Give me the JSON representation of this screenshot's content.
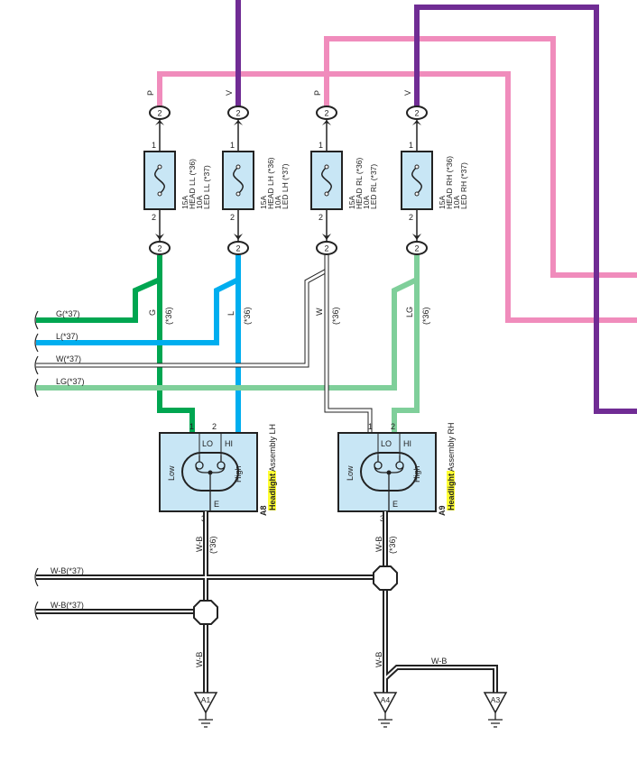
{
  "colors": {
    "pink": "#f08cbc",
    "violet": "#702c94",
    "green": "#00a651",
    "blue": "#00aeef",
    "lightgreen": "#7fcf9a",
    "box": "#c8e6f5",
    "highlight": "#ffff33"
  },
  "wires_top": [
    "P",
    "V",
    "P",
    "V"
  ],
  "connector_pin": "2",
  "fuses": [
    {
      "pin_top": "1",
      "pin_bottom": "2",
      "line1": "15A",
      "line2": "HEAD LL (*36)",
      "line3": "10A",
      "line4": "LED LL (*37)"
    },
    {
      "pin_top": "1",
      "pin_bottom": "2",
      "line1": "15A",
      "line2": "HEAD LH (*36)",
      "line3": "10A",
      "line4": "LED LH (*37)"
    },
    {
      "pin_top": "1",
      "pin_bottom": "2",
      "line1": "15A",
      "line2": "HEAD RL (*36)",
      "line3": "10A",
      "line4": "LED RL (*37)"
    },
    {
      "pin_top": "1",
      "pin_bottom": "2",
      "line1": "15A",
      "line2": "HEAD RH (*36)",
      "line3": "10A",
      "line4": "LED RH (*37)"
    }
  ],
  "wires_mid": [
    {
      "color": "G",
      "note": "(*36)"
    },
    {
      "color": "L",
      "note": "(*36)"
    },
    {
      "color": "W",
      "note": "(*36)"
    },
    {
      "color": "LG",
      "note": "(*36)"
    }
  ],
  "side_wires": [
    "G(*37)",
    "L(*37)",
    "W(*37)",
    "LG(*37)"
  ],
  "headlights": [
    {
      "code": "A8",
      "highlight": "Headlight",
      "name": " Assembly LH",
      "pin1": "1",
      "pin2": "2",
      "pin3": "3",
      "lo": "LO",
      "hi": "HI",
      "low": "Low",
      "high": "High",
      "e": "E"
    },
    {
      "code": "A9",
      "highlight": "Headlight",
      "name": " Assembly RH",
      "pin1": "1",
      "pin2": "2",
      "pin3": "3",
      "lo": "LO",
      "hi": "HI",
      "low": "Low",
      "high": "High",
      "e": "E"
    }
  ],
  "ground_wires": {
    "wb": "W-B",
    "wb36": "(*36)",
    "wb37a": "W-B(*37)",
    "wb37b": "W-B(*37)",
    "branch": "W-B"
  },
  "grounds": [
    "A1",
    "A4",
    "A3"
  ]
}
